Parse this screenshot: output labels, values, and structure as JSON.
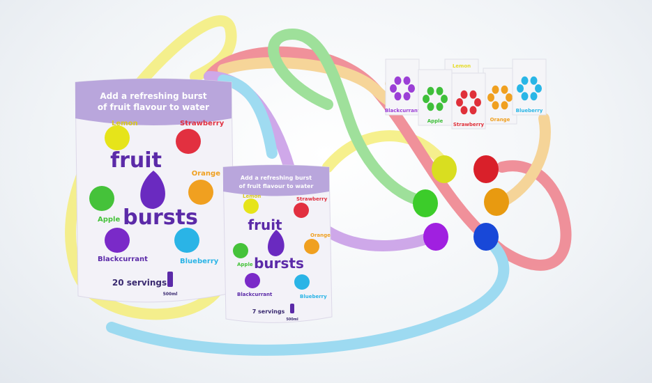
{
  "large_pack": {
    "tagline_1": "Add a refreshing burst",
    "tagline_2": "of fruit flavour to water",
    "brand_1": "fruit",
    "brand_2": "bursts",
    "servings": "20 servings",
    "volume": "500ml",
    "flavours": [
      "Lemon",
      "Strawberry",
      "Orange",
      "Apple",
      "Blackcurrant",
      "Blueberry"
    ]
  },
  "small_pack": {
    "tagline_1": "Add a refreshing burst",
    "tagline_2": "of fruit flavour to water",
    "brand_1": "fruit",
    "brand_2": "bursts",
    "servings": "7 servings",
    "volume": "500ml",
    "flavours": [
      "Lemon",
      "Strawberry",
      "Orange",
      "Apple",
      "Blackcurrant",
      "Blueberry"
    ]
  },
  "sachets": [
    {
      "flavour": "Blackcurrant",
      "color": "#9b3fd6"
    },
    {
      "flavour": "Apple",
      "color": "#3fbf3a"
    },
    {
      "flavour": "Lemon",
      "color": "#e6dc2a"
    },
    {
      "flavour": "Strawberry",
      "color": "#e0303a"
    },
    {
      "flavour": "Orange",
      "color": "#f0a020"
    },
    {
      "flavour": "Blueberry",
      "color": "#29b6e6"
    }
  ],
  "colors": {
    "brand_purple": "#5b2aa8",
    "yellow": "#f5ee7a",
    "red": "#ef7f8a",
    "orange": "#f6cf88",
    "green": "#8fdc8a",
    "purple": "#c79ae6",
    "blue": "#8fd6f0"
  }
}
